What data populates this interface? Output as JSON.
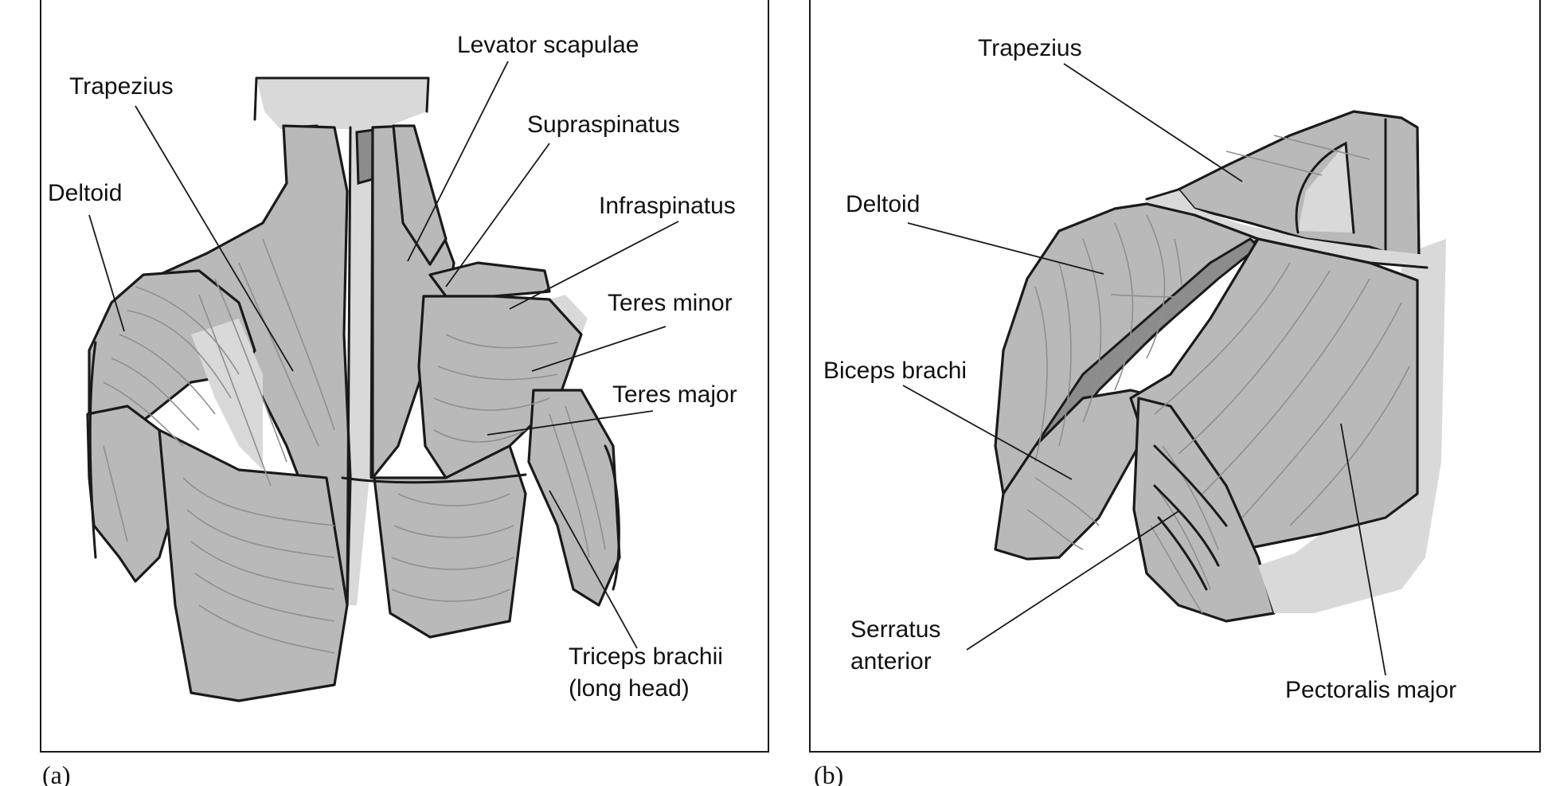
{
  "panels": [
    {
      "tag": "(a)",
      "labels": {
        "levator_scapulae": "Levator scapulae",
        "trapezius": "Trapezius",
        "supraspinatus": "Supraspinatus",
        "deltoid": "Deltoid",
        "infraspinatus": "Infraspinatus",
        "teres_minor": "Teres minor",
        "teres_major": "Teres major",
        "triceps_line1": "Triceps brachii",
        "triceps_line2": "(long head)"
      }
    },
    {
      "tag": "(b)",
      "labels": {
        "trapezius": "Trapezius",
        "deltoid": "Deltoid",
        "biceps": "Biceps brachi",
        "serratus_line1": "Serratus",
        "serratus_line2": "anterior",
        "pectoralis": "Pectoralis major"
      }
    }
  ]
}
